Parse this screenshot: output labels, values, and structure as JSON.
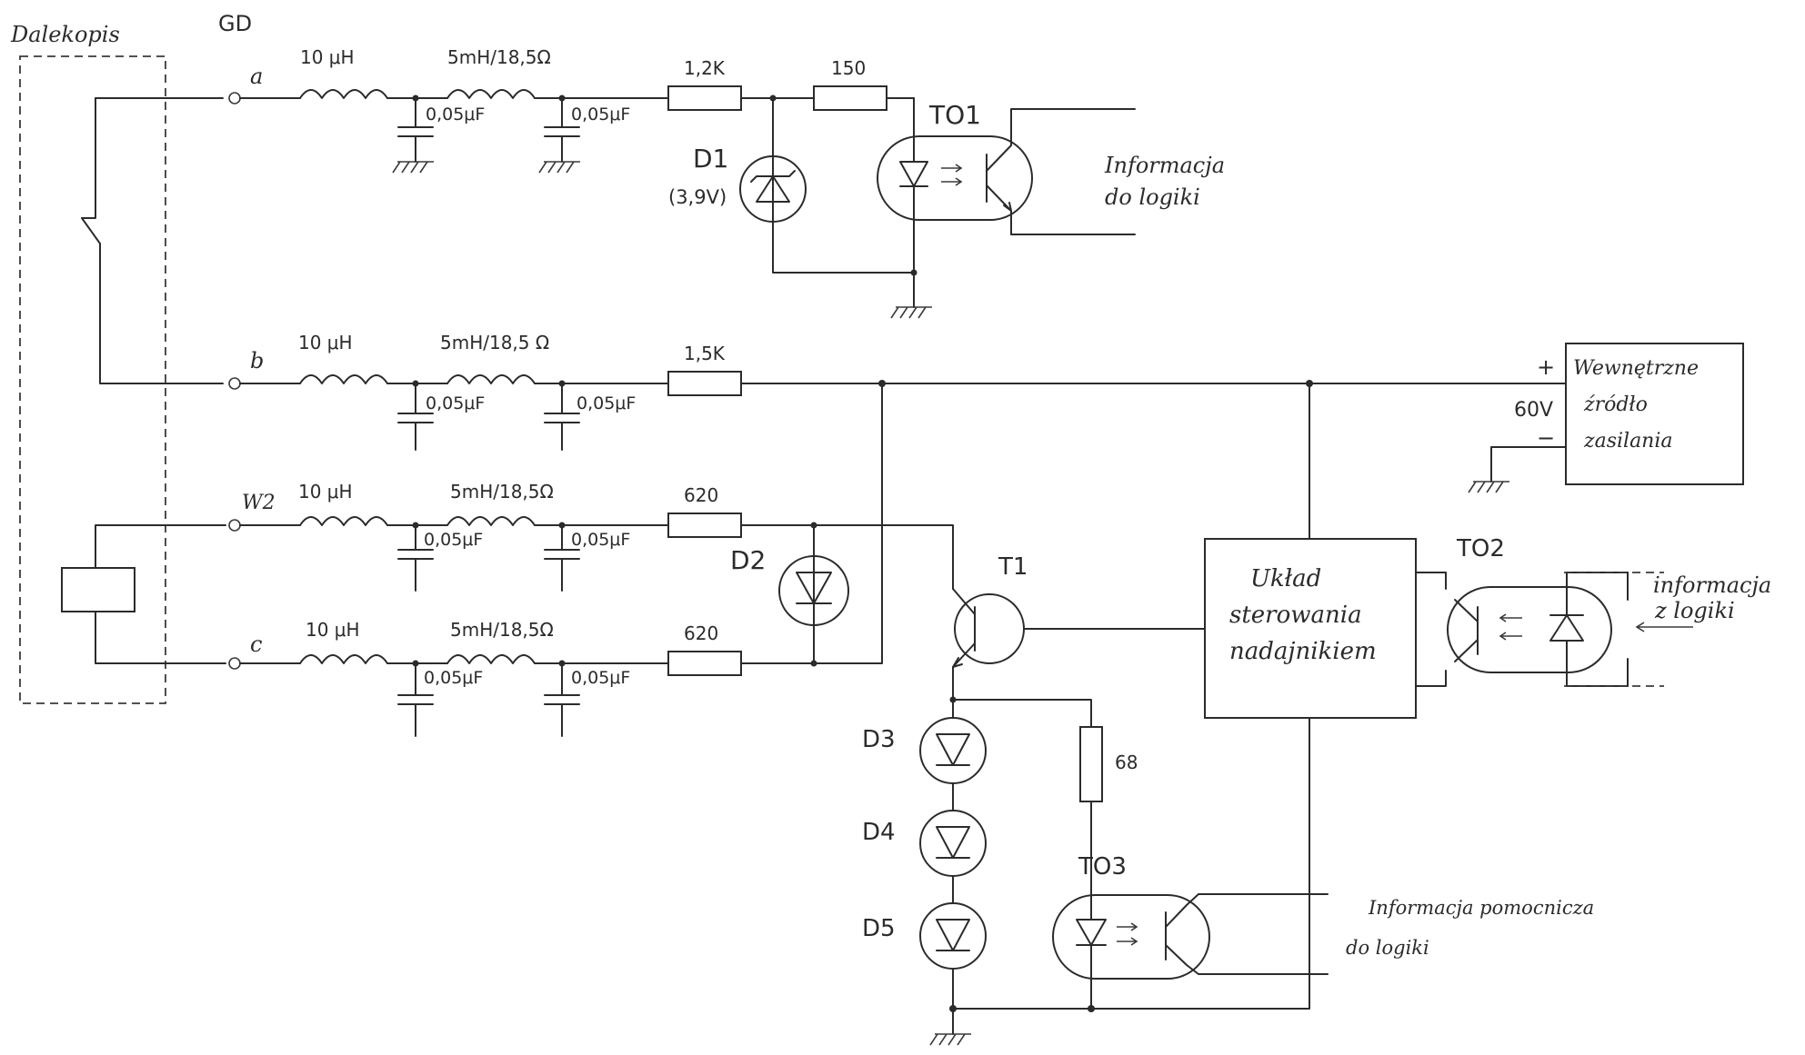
{
  "blocks": {
    "teleprinter": "Dalekopis",
    "gd": "GD",
    "control_unit": [
      "Układ",
      "sterowania",
      "nadajnikiem"
    ],
    "power_supply": [
      "Wewnętrzne",
      "źródło",
      "zasilania"
    ],
    "power_voltage": "60V",
    "plus": "+",
    "minus": "−"
  },
  "lines": [
    {
      "name": "a",
      "inductor1": "10 μH",
      "inductor2": "5mH/18,5Ω",
      "cap1": "0,05μF",
      "cap2": "0,05μF",
      "resistor": "1,2K"
    },
    {
      "name": "b",
      "inductor1": "10 μH",
      "inductor2": "5mH/18,5 Ω",
      "cap1": "0,05μF",
      "cap2": "0,05μF",
      "resistor": "1,5K"
    },
    {
      "name": "W2",
      "inductor1": "10 μH",
      "inductor2": "5mH/18,5Ω",
      "cap1": "0,05μF",
      "cap2": "0,05μF",
      "resistor": "620"
    },
    {
      "name": "c",
      "inductor1": "10 μH",
      "inductor2": "5mH/18,5Ω",
      "cap1": "0,05μF",
      "cap2": "0,05μF",
      "resistor": "620"
    }
  ],
  "components": {
    "r150": "150",
    "r68": "68",
    "d1": "D1",
    "d1_value": "(3,9V)",
    "d2": "D2",
    "d3": "D3",
    "d4": "D4",
    "d5": "D5",
    "t1": "T1",
    "to1": "TO1",
    "to2": "TO2",
    "to3": "TO3"
  },
  "signals": {
    "to1_out": [
      "Informacja",
      "do logiki"
    ],
    "to2_in": [
      "informacja",
      "z logiki"
    ],
    "to3_out": [
      "Informacja pomocnicza",
      "do logiki"
    ]
  }
}
